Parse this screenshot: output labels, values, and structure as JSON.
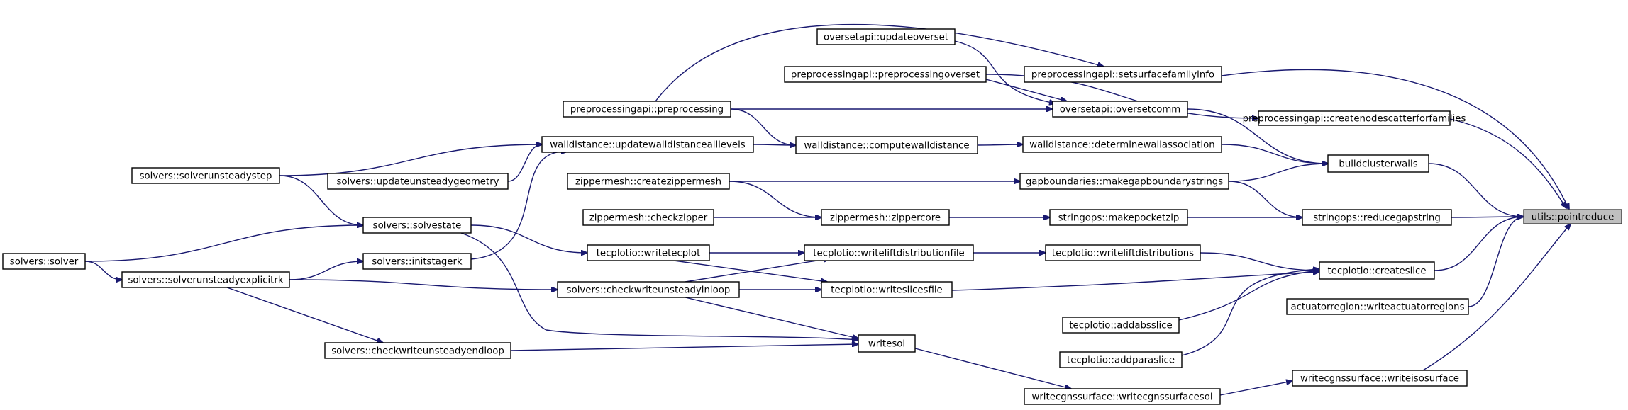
{
  "graph": {
    "root": "utils::pointreduce",
    "nodes": {
      "pointreduce": "utils::pointreduce",
      "setsurfacefamilyinfo": "preprocessingapi::setsurfacefamilyinfo",
      "createnodescatter": "preprocessingapi::createnodescatterforfamilies",
      "buildclusterwalls": "buildclusterwalls",
      "reducegapstring": "stringops::reducegapstring",
      "createslice": "tecplotio::createslice",
      "writeactuatorregions": "actuatorregion::writeactuatorregions",
      "writeisosurface": "writecgnssurface::writeisosurface",
      "updateoverset": "oversetapi::updateoverset",
      "preprocessingoverset": "preprocessingapi::preprocessingoverset",
      "oversetcomm": "oversetapi::oversetcomm",
      "determinewallassociation": "walldistance::determinewallassociation",
      "makegapboundarystrings": "gapboundaries::makegapboundarystrings",
      "makepocketzip": "stringops::makepocketzip",
      "writeliftdistributions": "tecplotio::writeliftdistributions",
      "addabsslice": "tecplotio::addabsslice",
      "addparaslice": "tecplotio::addparaslice",
      "writecgnssurfacesol": "writecgnssurface::writecgnssurfacesol",
      "preprocessing": "preprocessingapi::preprocessing",
      "computewalldistance": "walldistance::computewalldistance",
      "zippercore": "zippermesh::zippercore",
      "writeliftdistributionfile": "tecplotio::writeliftdistributionfile",
      "writeslicesfile": "tecplotio::writeslicesfile",
      "writesol": "writesol",
      "updatewalldistancealllevels": "walldistance::updatewalldistancealllevels",
      "updateunsteadygeometry": "solvers::updateunsteadygeometry",
      "createzippermesh": "zippermesh::createzippermesh",
      "checkzipper": "zippermesh::checkzipper",
      "writetecplot": "tecplotio::writetecplot",
      "checkwriteunsteadyinloop": "solvers::checkwriteunsteadyinloop",
      "solverunsteadystep": "solvers::solverunsteadystep",
      "solvestate": "solvers::solvestate",
      "initstagerk": "solvers::initstagerk",
      "checkwriteunsteadyendloop": "solvers::checkwriteunsteadyendloop",
      "solver": "solvers::solver",
      "solverunsteadyexplicitrk": "solvers::solverunsteadyexplicitrk"
    },
    "edges": [
      [
        "setsurfacefamilyinfo",
        "pointreduce"
      ],
      [
        "createnodescatter",
        "pointreduce"
      ],
      [
        "buildclusterwalls",
        "pointreduce"
      ],
      [
        "reducegapstring",
        "pointreduce"
      ],
      [
        "createslice",
        "pointreduce"
      ],
      [
        "writeactuatorregions",
        "pointreduce"
      ],
      [
        "writeisosurface",
        "pointreduce"
      ],
      [
        "preprocessing",
        "setsurfacefamilyinfo"
      ],
      [
        "preprocessingoverset",
        "createnodescatter"
      ],
      [
        "oversetcomm",
        "buildclusterwalls"
      ],
      [
        "determinewallassociation",
        "buildclusterwalls"
      ],
      [
        "makegapboundarystrings",
        "buildclusterwalls"
      ],
      [
        "makegapboundarystrings",
        "reducegapstring"
      ],
      [
        "makepocketzip",
        "reducegapstring"
      ],
      [
        "writeliftdistributions",
        "createslice"
      ],
      [
        "writeslicesfile",
        "createslice"
      ],
      [
        "addabsslice",
        "createslice"
      ],
      [
        "addparaslice",
        "createslice"
      ],
      [
        "writecgnssurfacesol",
        "writeisosurface"
      ],
      [
        "updateoverset",
        "oversetcomm"
      ],
      [
        "preprocessingoverset",
        "oversetcomm"
      ],
      [
        "preprocessing",
        "oversetcomm"
      ],
      [
        "computewalldistance",
        "determinewallassociation"
      ],
      [
        "createzippermesh",
        "makegapboundarystrings"
      ],
      [
        "zippercore",
        "makepocketzip"
      ],
      [
        "writeliftdistributionfile",
        "writeliftdistributions"
      ],
      [
        "writesol",
        "writecgnssurfacesol"
      ],
      [
        "preprocessing",
        "computewalldistance"
      ],
      [
        "updatewalldistancealllevels",
        "computewalldistance"
      ],
      [
        "createzippermesh",
        "zippercore"
      ],
      [
        "checkzipper",
        "zippercore"
      ],
      [
        "writetecplot",
        "writeliftdistributionfile"
      ],
      [
        "checkwriteunsteadyinloop",
        "writeliftdistributionfile"
      ],
      [
        "writetecplot",
        "writeslicesfile"
      ],
      [
        "checkwriteunsteadyinloop",
        "writeslicesfile"
      ],
      [
        "checkwriteunsteadyinloop",
        "writesol"
      ],
      [
        "checkwriteunsteadyendloop",
        "writesol"
      ],
      [
        "solvestate",
        "writesol"
      ],
      [
        "solverunsteadystep",
        "updatewalldistancealllevels"
      ],
      [
        "updateunsteadygeometry",
        "updatewalldistancealllevels"
      ],
      [
        "initstagerk",
        "updatewalldistancealllevels"
      ],
      [
        "solvestate",
        "writetecplot"
      ],
      [
        "solverunsteadyexplicitrk",
        "checkwriteunsteadyinloop"
      ],
      [
        "solverunsteadystep",
        "solvestate"
      ],
      [
        "solver",
        "solvestate"
      ],
      [
        "solverunsteadyexplicitrk",
        "initstagerk"
      ],
      [
        "solverunsteadyexplicitrk",
        "checkwriteunsteadyendloop"
      ],
      [
        "solver",
        "solverunsteadyexplicitrk"
      ]
    ]
  }
}
